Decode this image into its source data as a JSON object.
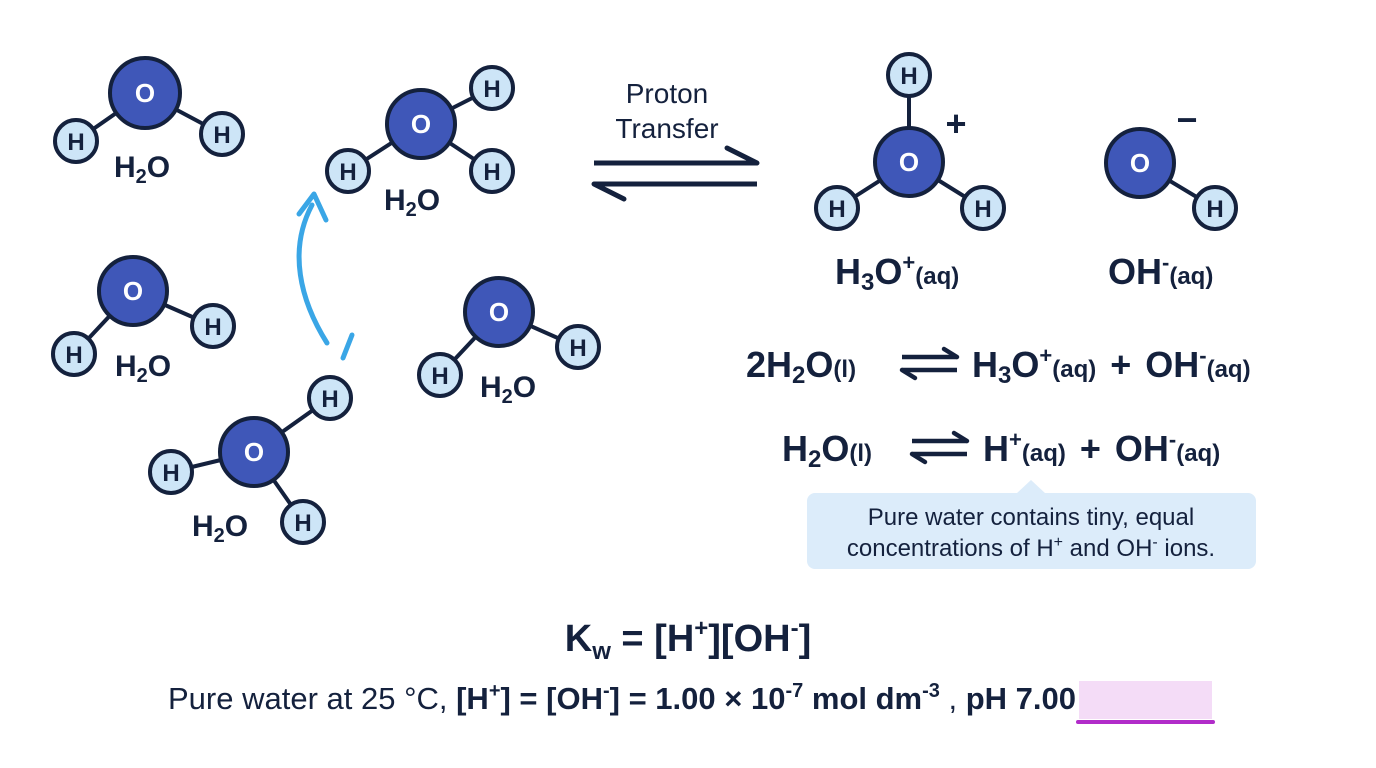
{
  "colors": {
    "oxygen": "#3f57b8",
    "hydrogen": "#cde5f7",
    "outline": "#14213d",
    "arrow": "#3aa6e6",
    "note_bg": "#dcecfa",
    "highlight": "#b12cc9"
  },
  "atoms": {
    "oxygen": "O",
    "hydrogen": "H"
  },
  "molecule_formula": {
    "main": "H",
    "sub": "2",
    "tail": "O"
  },
  "transfer_label": {
    "line1": "Proton",
    "line2": "Transfer"
  },
  "hydronium": {
    "charge": "+",
    "label": {
      "a": "H",
      "b": "3",
      "c": "O",
      "d": "+",
      "e": "(aq)"
    }
  },
  "hydroxide": {
    "charge": "−",
    "label": {
      "a": "OH",
      "b": "-",
      "c": "(aq)"
    }
  },
  "equation_1": {
    "lhs_a": "2H",
    "lhs_b": "2",
    "lhs_c": "O",
    "lhs_d": "(l)",
    "rhs_a": "H",
    "rhs_b": "3",
    "rhs_c": "O",
    "rhs_d": "+",
    "rhs_e": "(aq)",
    "plus": "+",
    "rhs2_a": "OH",
    "rhs2_b": "-",
    "rhs2_c": "(aq)"
  },
  "equation_2": {
    "lhs_a": "H",
    "lhs_b": "2",
    "lhs_c": "O",
    "lhs_d": "(l)",
    "rhs_a": "H",
    "rhs_b": "+",
    "rhs_c": "(aq)",
    "plus": "+",
    "rhs2_a": "OH",
    "rhs2_b": "-",
    "rhs2_c": "(aq)"
  },
  "note": {
    "line1": "Pure water contains tiny, equal",
    "line2_a": "concentrations of H",
    "line2_b": "+",
    "line2_c": " and OH",
    "line2_d": "-",
    "line2_e": " ions."
  },
  "kw": {
    "a": "K",
    "b": "w",
    "c": " = [H",
    "d": "+",
    "e": "][OH",
    "f": "-",
    "g": "]"
  },
  "footer": {
    "a": "Pure water at 25 °C, ",
    "b": "[H",
    "c": "+",
    "d": "] = [OH",
    "e": "-",
    "f": "] = 1.00 × 10",
    "g": "-7",
    "h": " mol dm",
    "i": "-3",
    "j": " , ",
    "ph": "pH 7.00"
  }
}
